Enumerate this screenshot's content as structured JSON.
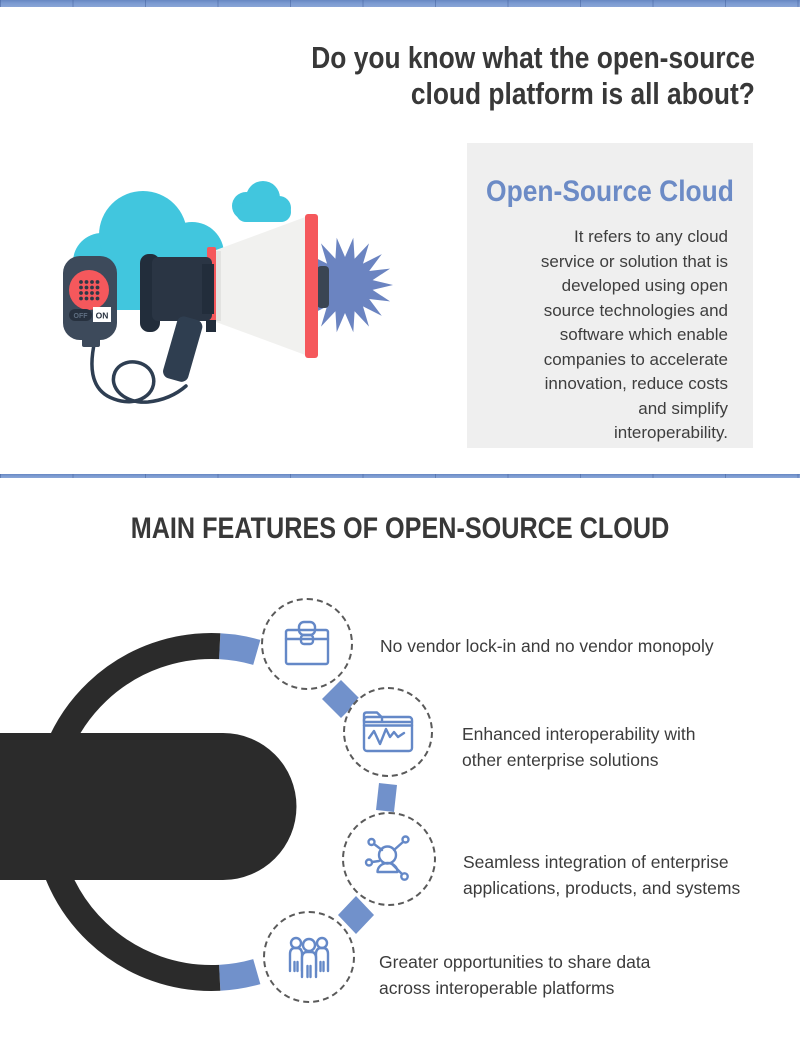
{
  "header": {
    "title_lines": [
      "Do you know what the open-source",
      "cloud platform is all about?"
    ]
  },
  "intro": {
    "box_title": "Open-Source Cloud",
    "body_lines": [
      "It refers to any cloud",
      "service or solution that is",
      "developed using open",
      "source technologies and",
      "software which enable",
      "companies to accelerate",
      "innovation, reduce costs",
      "and simplify",
      "interoperability."
    ]
  },
  "illustration": {
    "off_label": "OFF",
    "on_label": "ON"
  },
  "features_section": {
    "heading": "MAIN FEATURES OF OPEN-SOURCE CLOUD",
    "items": [
      {
        "icon": "briefcase-icon",
        "lines": [
          "No vendor lock-in and no vendor monopoly",
          ""
        ]
      },
      {
        "icon": "folder-chart-icon",
        "lines": [
          "Enhanced interoperability with",
          "other enterprise solutions"
        ]
      },
      {
        "icon": "network-person-icon",
        "lines": [
          "Seamless integration of enterprise",
          "applications, products, and systems"
        ]
      },
      {
        "icon": "people-group-icon",
        "lines": [
          "Greater opportunities to share data",
          "across interoperable platforms"
        ]
      }
    ]
  },
  "colors": {
    "accent_bar": "#7b9ad1",
    "heading_text": "#383838",
    "box_title_blue": "#6c8bc6",
    "box_background": "#efefef",
    "cloud_cyan": "#41c6de",
    "megaphone_red": "#f5585c",
    "megaphone_dark": "#2a3544",
    "starburst_blue": "#6b84c1",
    "connector_blue": "#7191cb",
    "arc_dark": "#2b2b2b",
    "icon_stroke_blue": "#6488c7"
  }
}
